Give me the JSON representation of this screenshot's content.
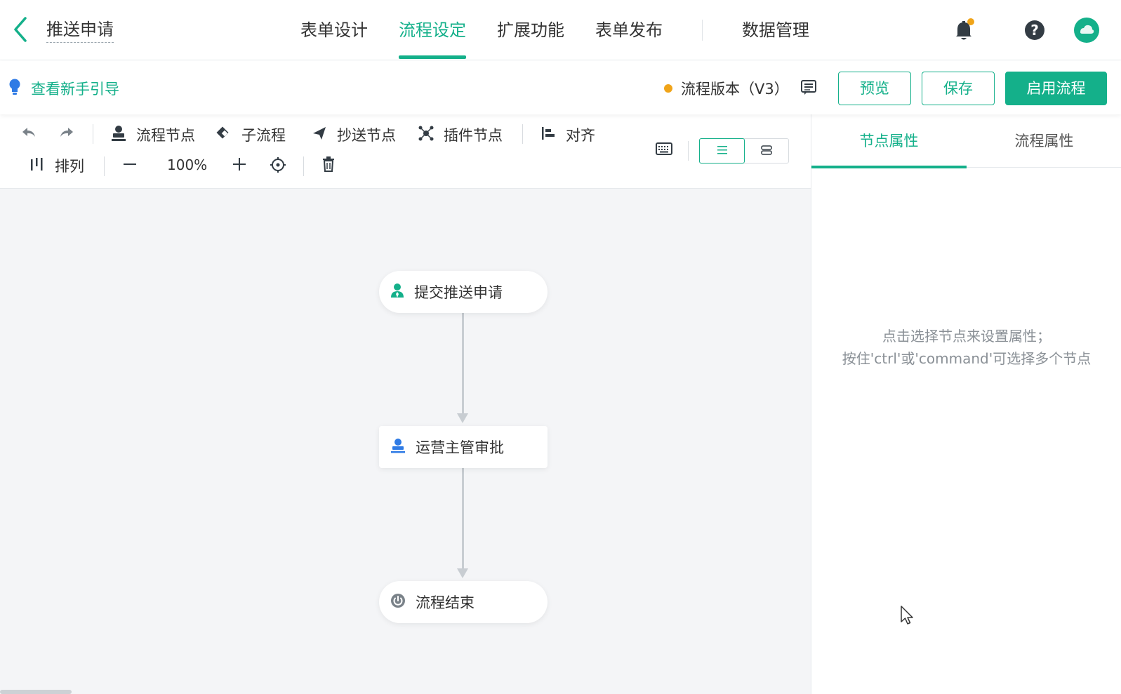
{
  "header": {
    "form_title": "推送申请",
    "tabs": [
      {
        "label": "表单设计",
        "active": false
      },
      {
        "label": "流程设定",
        "active": true
      },
      {
        "label": "扩展功能",
        "active": false
      },
      {
        "label": "表单发布",
        "active": false
      }
    ],
    "data_tab": "数据管理",
    "icons": [
      "back-arrow-icon",
      "bell-icon",
      "help-icon",
      "avatar"
    ],
    "help_glyph": "?"
  },
  "subbar": {
    "guide_label": "查看新手引导",
    "version_label": "流程版本（V3）",
    "preview_label": "预览",
    "save_label": "保存",
    "enable_label": "启用流程"
  },
  "toolbar": {
    "flow_node": "流程节点",
    "sub_flow": "子流程",
    "cc_node": "抄送节点",
    "plugin_node": "插件节点",
    "align": "对齐",
    "arrange": "排列",
    "zoom": "100%"
  },
  "canvas": {
    "nodes": [
      {
        "label": "提交推送申请",
        "icon": "person-icon"
      },
      {
        "label": "运营主管审批",
        "icon": "stamp-icon"
      },
      {
        "label": "流程结束",
        "icon": "power-icon"
      }
    ]
  },
  "right_panel": {
    "tabs": [
      {
        "label": "节点属性",
        "active": true
      },
      {
        "label": "流程属性",
        "active": false
      }
    ],
    "hint_line1": "点击选择节点来设置属性；",
    "hint_line2": "按住'ctrl'或'command'可选择多个节点"
  },
  "colors": {
    "accent": "#14b08a",
    "version_dot": "#f0a419",
    "canvas_bg": "#f4f5f7"
  }
}
